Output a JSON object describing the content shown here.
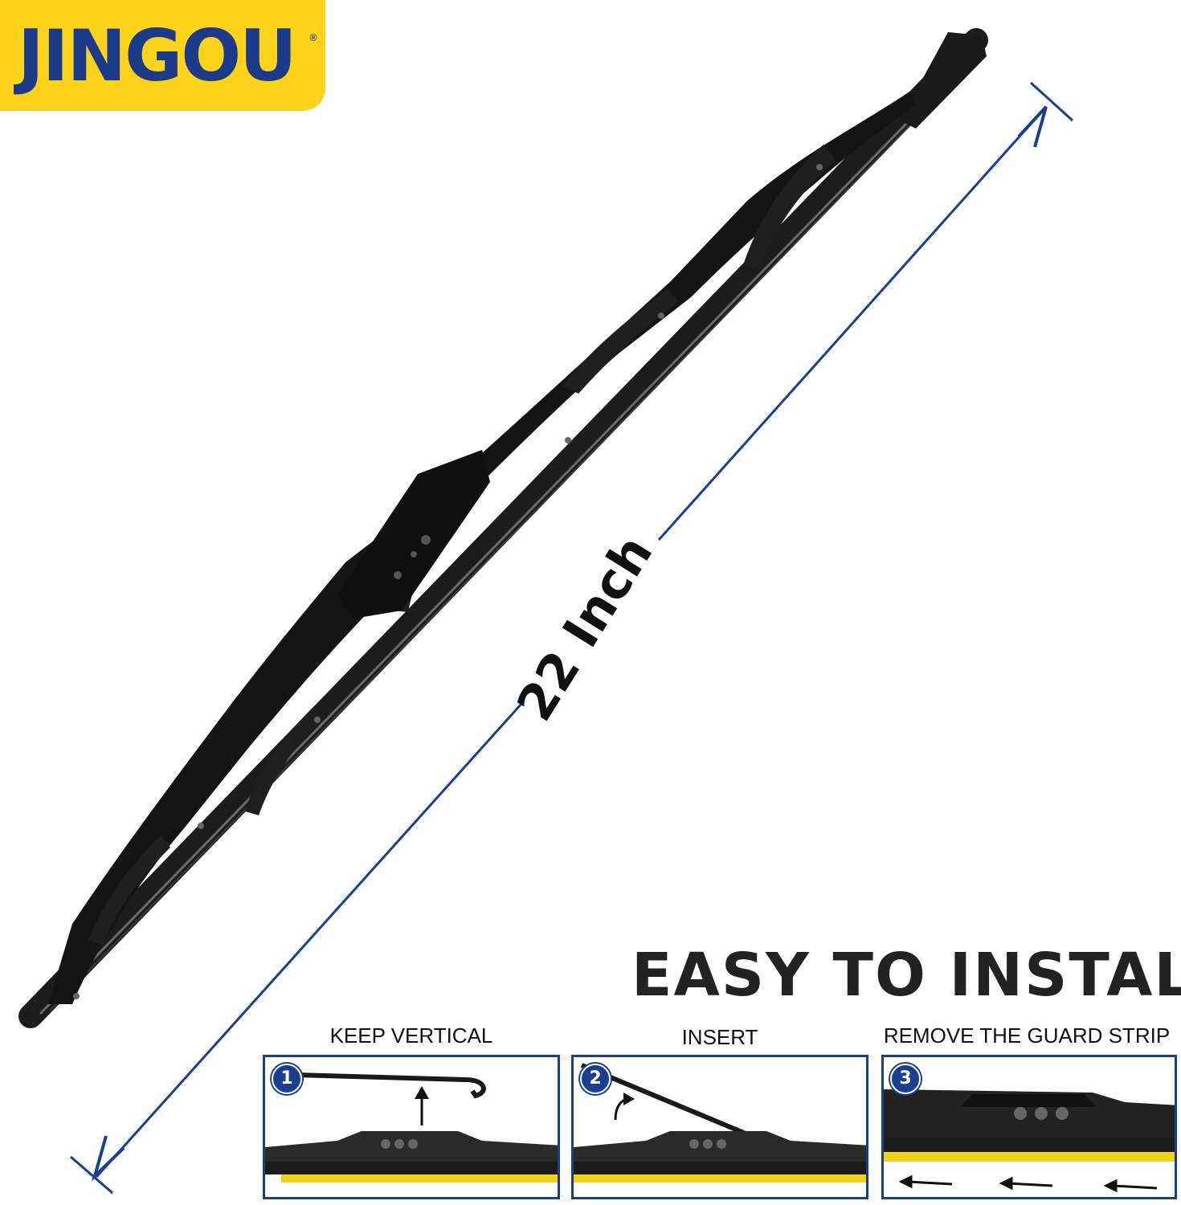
{
  "brand": {
    "name": "JINGOU",
    "registered_mark": "®"
  },
  "length_label": "22 Inch",
  "install": {
    "title": "EASY TO INSTALL",
    "steps": [
      {
        "number": "1",
        "label": "KEEP VERTICAL"
      },
      {
        "number": "2",
        "label": "INSERT"
      },
      {
        "number": "3",
        "label": "REMOVE THE GUARD STRIP"
      }
    ]
  },
  "colors": {
    "brand_yellow": "#fcd21a",
    "brand_blue": "#1c3a8a",
    "guard_strip": "#f2d21b"
  },
  "icons": [
    "wiper-blade-image",
    "dimension-arrow-icon",
    "up-arrow-icon",
    "curved-arrow-icon",
    "left-arrow-icon"
  ]
}
